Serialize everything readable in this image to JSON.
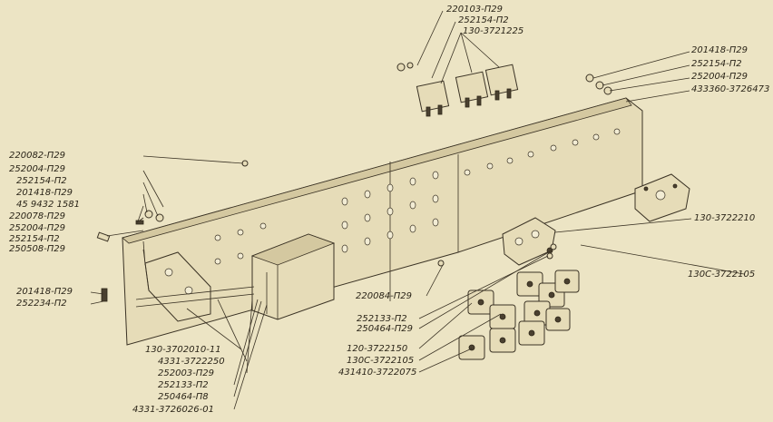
{
  "labels": {
    "l1": "220103-П29",
    "l2": "252154-П2",
    "l3": "130-3721225",
    "l4": "201418-П29",
    "l5": "252154-П2",
    "l6": "252004-П29",
    "l7": "433360-3726473",
    "l8": "220082-П29",
    "l9": "252004-П29",
    "l10": "252154-П2",
    "l11": "201418-П29",
    "l12": "45 9432 1581",
    "l13": "220078-П29",
    "l14": "252004-П29",
    "l15": "252154-П2",
    "l16": "250508-П29",
    "l17": "130-3722210",
    "l18": "201418-П29",
    "l19": "252234-П2",
    "l20": "220084-П29",
    "l21": "130С-3722105",
    "l22": "252133-П2",
    "l23": "250464-П29",
    "l24": "130-3702010-11",
    "l25": "4331-3722250",
    "l26": "252003-П29",
    "l27": "252133-П2",
    "l28": "250464-П8",
    "l29": "4331-3726026-01",
    "l30": "120-3722150",
    "l31": "130С-3722105",
    "l32": "431410-3722075"
  }
}
